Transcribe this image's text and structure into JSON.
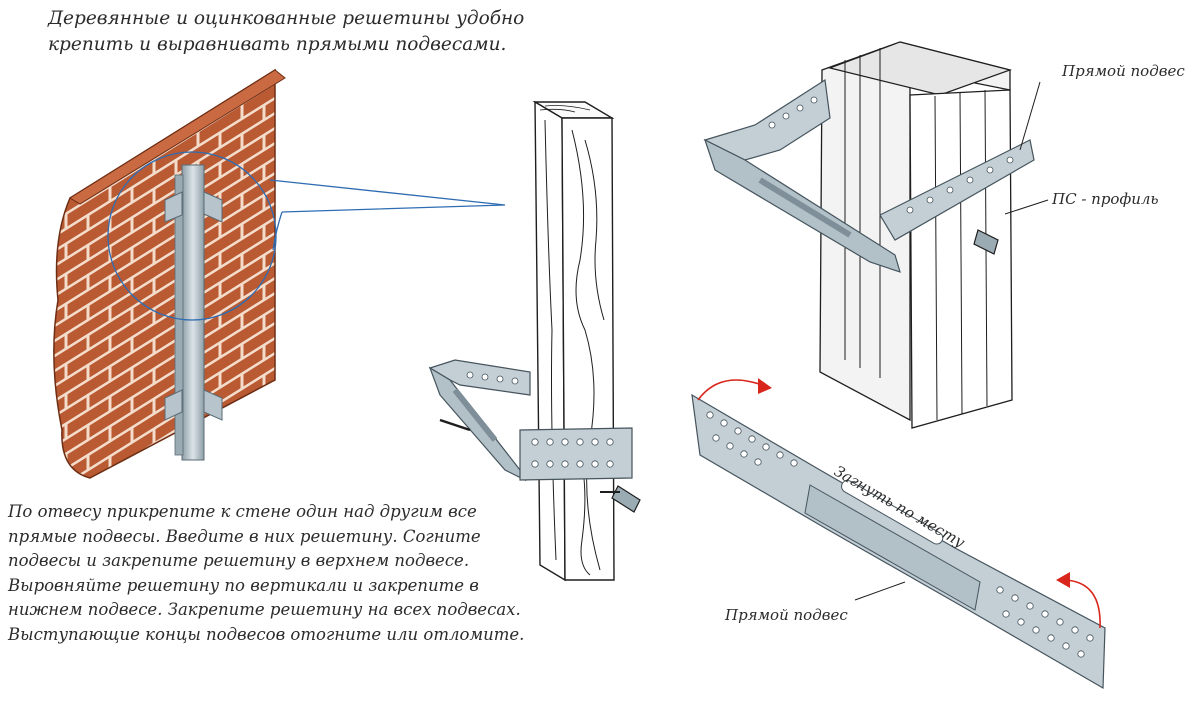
{
  "header": {
    "title_line1": "Деревянные и оцинкованные решетины удобно",
    "title_line2": "крепить и выравнивать прямыми подвесами."
  },
  "instructions": {
    "line1": "По отвесу прикрепите к стене один над другим все",
    "line2": "прямые подвесы. Введите в них решетину. Согните",
    "line3": "подвесы и закрепите решетину в верхнем подвесе.",
    "line4": "Выровняйте решетину по вертикали и закрепите в",
    "line5": "нижнем подвесе. Закрепите решетину на всех подвесах.",
    "line6": "Выступающие концы подвесов отогните или отломите."
  },
  "labels": {
    "direct_hanger_top": "Прямой подвес",
    "ps_profile": "ПС - профиль",
    "bend_in_place": "Загнуть по месту",
    "direct_hanger_bottom": "Прямой подвес"
  },
  "colors": {
    "brick": "#b95a33",
    "mortar": "#f4dccb",
    "metal": "#aebcc5",
    "metal_dark": "#7f8f99",
    "callout": "#2f6db3",
    "arrow_red": "#d8261c",
    "ink": "#1e1e1e"
  }
}
